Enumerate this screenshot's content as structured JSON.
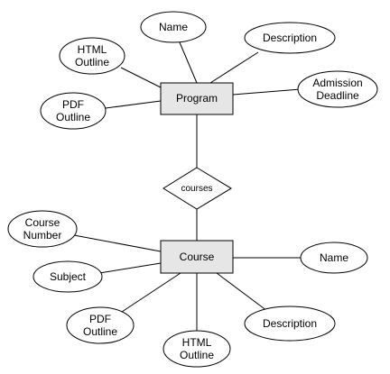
{
  "entities": {
    "program": {
      "label": "Program"
    },
    "course": {
      "label": "Course"
    }
  },
  "relationship": {
    "label": "courses"
  },
  "program_attributes": {
    "name": "Name",
    "description": "Description",
    "html_outline": [
      "HTML",
      "Outline"
    ],
    "pdf_outline": [
      "PDF",
      "Outline"
    ],
    "admission_deadline": [
      "Admission",
      "Deadline"
    ]
  },
  "course_attributes": {
    "course_number": [
      "Course",
      "Number"
    ],
    "subject": "Subject",
    "name": "Name",
    "pdf_outline": [
      "PDF",
      "Outline"
    ],
    "html_outline": [
      "HTML",
      "Outline"
    ],
    "description": "Description"
  }
}
